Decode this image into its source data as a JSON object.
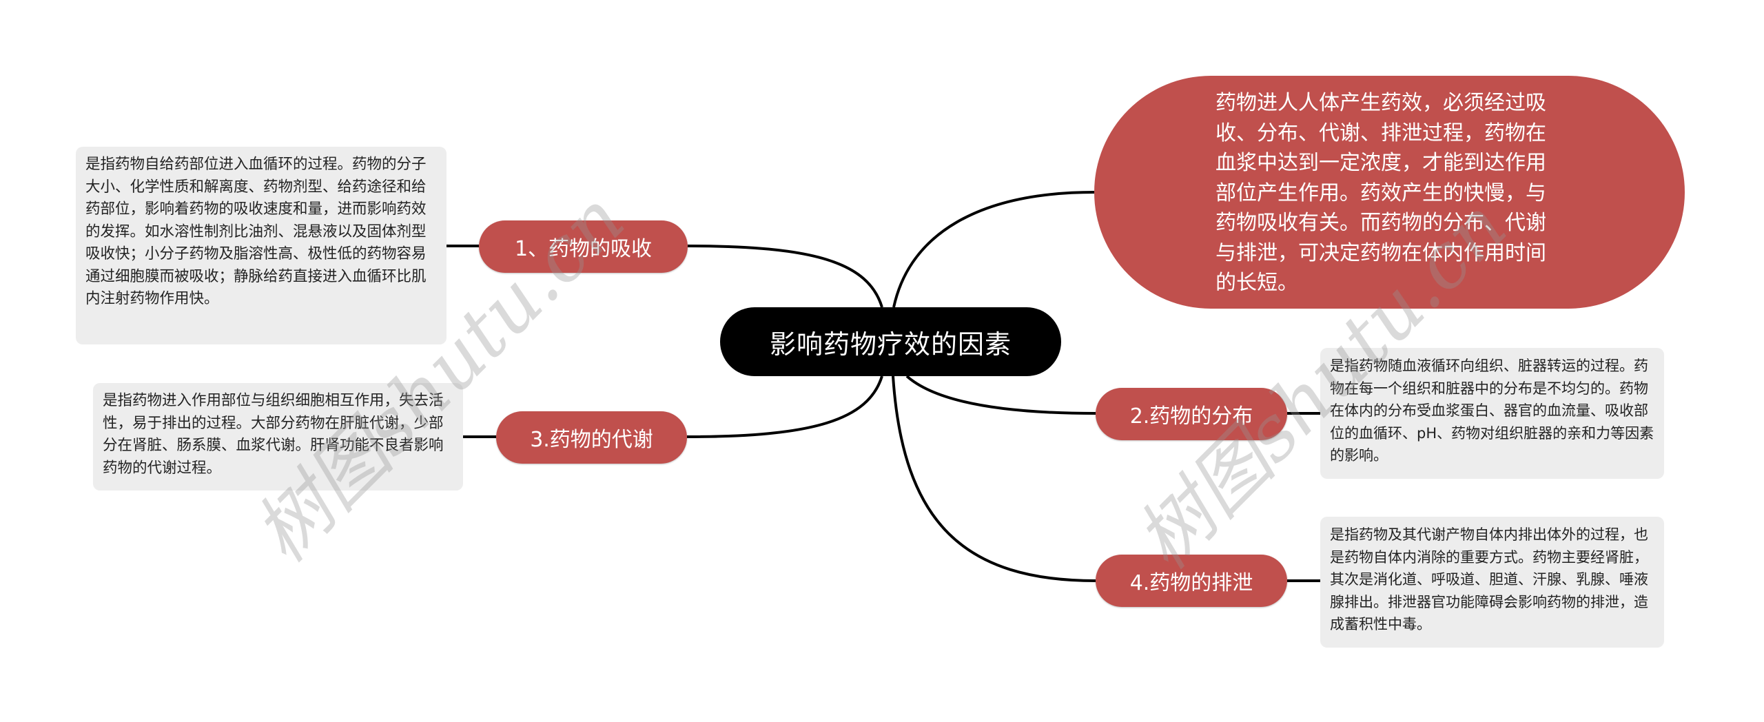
{
  "root": {
    "label": "影响药物疗效的因素",
    "bg": "#000000"
  },
  "summary": {
    "text": "药物进人人体产生药效，必须经过吸收、分布、代谢、排泄过程，药物在血浆中达到一定浓度，才能到达作用部位产生作用。药效产生的快慢，与药物吸收有关。而药物的分布、代谢与排泄，可决定药物在体内作用时间的长短。",
    "color": "#c0504d"
  },
  "branches": [
    {
      "label": "1、药物的吸收",
      "note": "是指药物自给药部位进入血循环的过程。药物的分子大小、化学性质和解离度、药物剂型、给药途径和给药部位，影响着药物的吸收速度和量，进而影响药效的发挥。如水溶性制剂比油剂、混悬液以及固体剂型吸收快；小分子药物及脂溶性高、极性低的药物容易通过细胞膜而被吸收；静脉给药直接进入血循环比肌内注射药物作用快。"
    },
    {
      "label": "2.药物的分布",
      "note": "是指药物随血液循环向组织、脏器转运的过程。药物在每一个组织和脏器中的分布是不均匀的。药物在体内的分布受血浆蛋白、器官的血流量、吸收部位的血循环、pH、药物对组织脏器的亲和力等因素的影响。"
    },
    {
      "label": "3.药物的代谢",
      "note": "是指药物进入作用部位与组织细胞相互作用，失去活性，易于排出的过程。大部分药物在肝脏代谢，少部分在肾脏、肠系膜、血浆代谢。肝肾功能不良者影响药物的代谢过程。"
    },
    {
      "label": "4.药物的排泄",
      "note": "是指药物及其代谢产物自体内排出体外的过程，也是药物自体内消除的重要方式。药物主要经肾脏，其次是消化道、呼吸道、胆道、汗腺、乳腺、唾液腺排出。排泄器官功能障碍会影响药物的排泄，造成蓄积性中毒。"
    }
  ],
  "colors": {
    "branch": "#c0504d",
    "note_bg": "#ededed",
    "line": "#000000"
  },
  "watermark": "树图shutu.cn"
}
